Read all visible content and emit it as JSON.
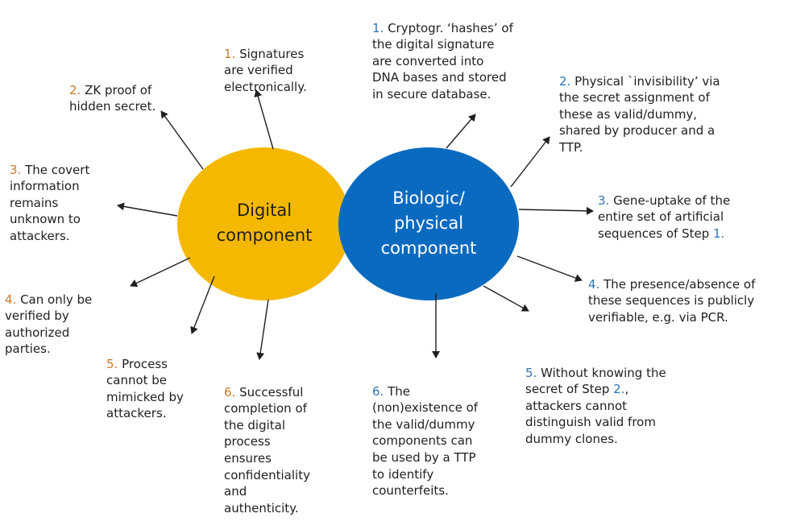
{
  "colors": {
    "digital_fill": "#f5b800",
    "bio_fill": "#0a6abf",
    "orange_number": "#c9782b",
    "blue_number": "#2e74b5",
    "text": "#1f1f1f",
    "arrow": "#1f1f1f"
  },
  "digital": {
    "title": "Digital\ncomponent",
    "items": [
      {
        "num": "1.",
        "text": " Signatures\nare verified\nelectronically."
      },
      {
        "num": "2.",
        "text": " ZK proof of\nhidden secret."
      },
      {
        "num": "3.",
        "text": " The covert\ninformation\nremains\nunknown to\nattackers."
      },
      {
        "num": "4.",
        "text": " Can only be\nverified by\nauthorized\nparties."
      },
      {
        "num": "5.",
        "text": " Process\ncannot be\nmimicked by\nattackers."
      },
      {
        "num": "6.",
        "text": " Successful\ncompletion of\nthe digital\nprocess\nensures\nconfidentiality\nand\nauthenticity."
      }
    ]
  },
  "bio": {
    "title": "Biologic/\nphysical\ncomponent",
    "items": [
      {
        "num": "1.",
        "text": " Cryptogr. ‘hashes’ of\nthe digital signature\nare converted into\nDNA bases and stored\nin secure database."
      },
      {
        "num": "2.",
        "text": " Physical `invisibility’ via\nthe  secret assignment of\nthese as valid/dummy,\nshared by producer and a\nTTP."
      },
      {
        "num": "3.",
        "text": " Gene-uptake of the\nentire set of artificial\nsequences of Step ",
        "tail": "1."
      },
      {
        "num": "4.",
        "text": " The presence/absence of\nthese sequences is publicly\nverifiable, e.g. via PCR."
      },
      {
        "num": "5.",
        "text": " Without knowing the\nsecret of Step ",
        "tail": "2.",
        "after": ",\nattackers cannot\ndistinguish valid from\ndummy clones."
      },
      {
        "num": "6.",
        "text": " The\n(non)existence of\nthe valid/dummy\ncomponents can\nbe used by a TTP\nto identify\ncounterfeits."
      }
    ]
  }
}
